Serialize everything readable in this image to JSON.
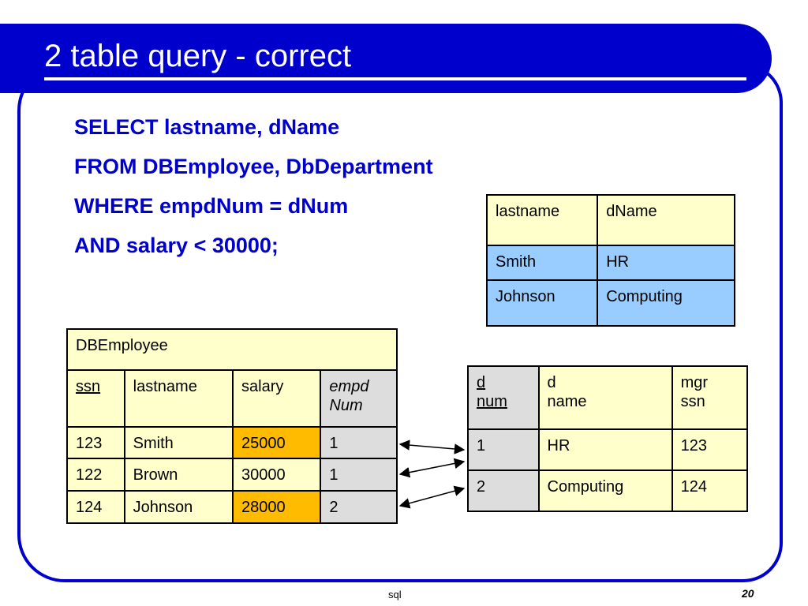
{
  "slide": {
    "title": "2 table query - correct",
    "footer_name": "sql",
    "page_number": "20"
  },
  "query": {
    "lines": [
      "SELECT lastname, dName",
      "FROM DBEmployee, DbDepartment",
      "WHERE empdNum = dNum",
      "AND salary < 30000;"
    ]
  },
  "result_table": {
    "headers": [
      "lastname",
      "dName"
    ],
    "rows": [
      [
        "Smith",
        "HR"
      ],
      [
        "Johnson",
        "Computing"
      ]
    ]
  },
  "employee_table": {
    "name": "DBEmployee",
    "headers": [
      "ssn",
      "lastname",
      "salary",
      "empd",
      "Num"
    ],
    "rows": [
      [
        "123",
        "Smith",
        "25000",
        "1"
      ],
      [
        "122",
        "Brown",
        "30000",
        "1"
      ],
      [
        "124",
        "Johnson",
        "28000",
        "2"
      ]
    ]
  },
  "department_table": {
    "headers": [
      "d",
      "num",
      "d",
      "name",
      "mgr",
      "ssn"
    ],
    "rows": [
      [
        "1",
        "HR",
        "123"
      ],
      [
        "2",
        "Computing",
        "124"
      ]
    ]
  },
  "colors": {
    "header_blue": "#0000cc",
    "cell_yellow": "#ffffcc",
    "cell_blue": "#99ccff",
    "cell_gray": "#dddddd",
    "highlight_orange": "#ffbb00"
  }
}
